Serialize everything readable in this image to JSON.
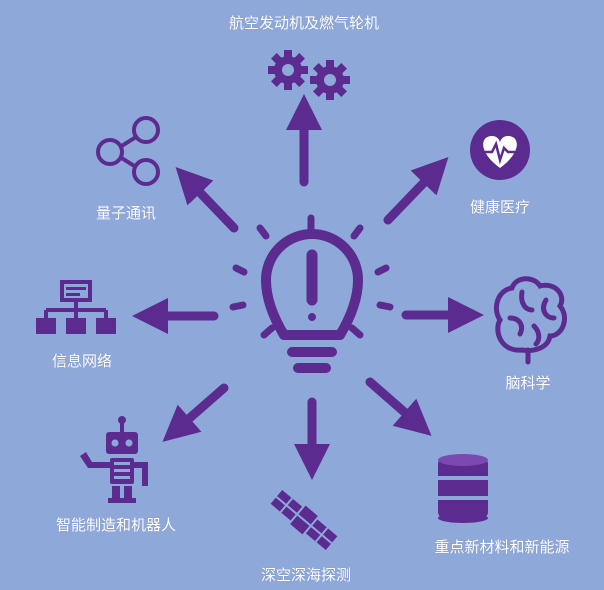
{
  "colors": {
    "background": "#8ea9d9",
    "accent": "#5b2b8f",
    "text": "#ffffff"
  },
  "center": {
    "icon": "lightbulb-exclamation-icon"
  },
  "nodes": [
    {
      "label": "航空发动机及燃气轮机",
      "icon": "gears-icon"
    },
    {
      "label": "健康医疗",
      "icon": "heart-pulse-icon"
    },
    {
      "label": "脑科学",
      "icon": "brain-icon"
    },
    {
      "label": "重点新材料和新能源",
      "icon": "barrel-icon"
    },
    {
      "label": "深空深海探测",
      "icon": "satellite-icon"
    },
    {
      "label": "智能制造和机器人",
      "icon": "robot-icon"
    },
    {
      "label": "信息网络",
      "icon": "network-icon"
    },
    {
      "label": "量子通讯",
      "icon": "share-icon"
    }
  ]
}
